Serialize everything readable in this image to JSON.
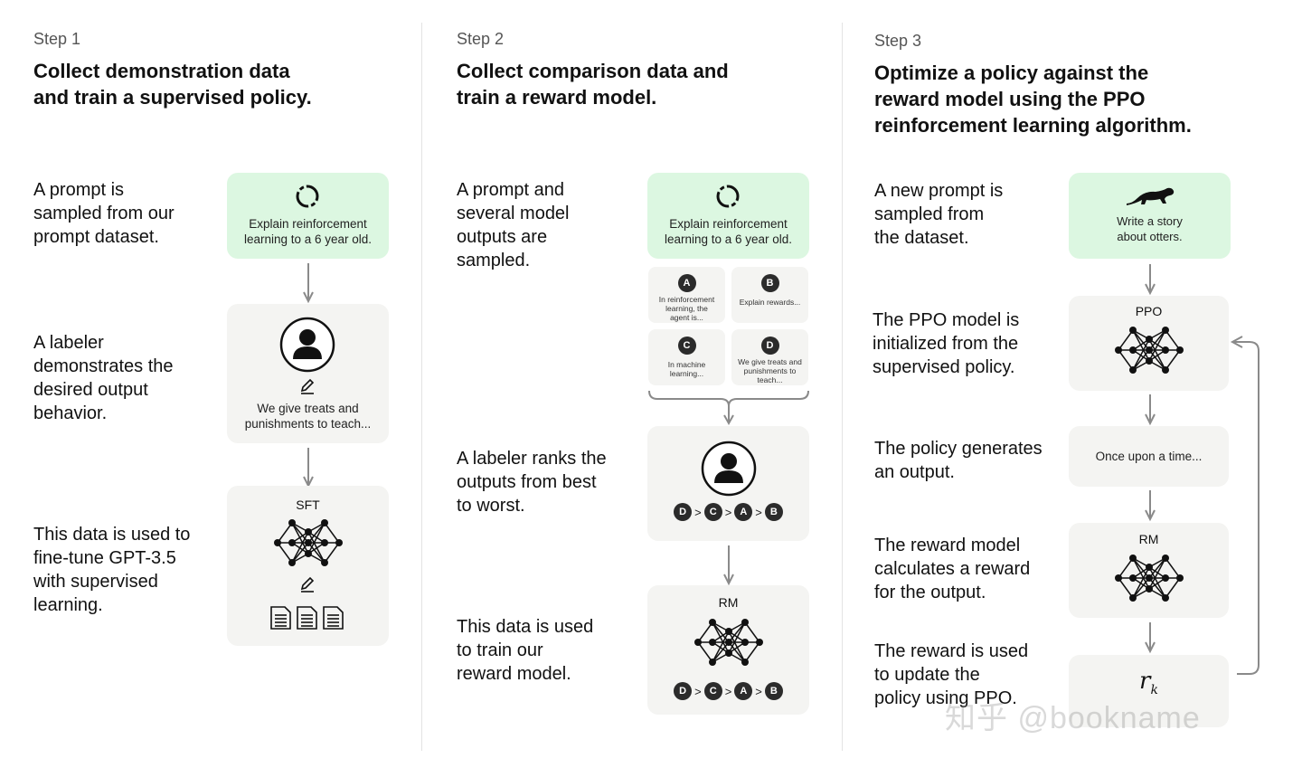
{
  "step1": {
    "label": "Step 1",
    "title_line1": "Collect demonstration data",
    "title_line2": "and train a supervised policy.",
    "desc1": [
      "A prompt is",
      "sampled from our",
      "prompt dataset."
    ],
    "desc2": [
      "A labeler",
      "demonstrates the",
      "desired output",
      "behavior."
    ],
    "desc3": [
      "This data is used to",
      "fine-tune GPT-3.5",
      "with supervised",
      "learning."
    ],
    "prompt_card": [
      "Explain reinforcement",
      "learning to a 6 year old."
    ],
    "labeler_card": [
      "We give treats and",
      "punishments to teach..."
    ],
    "model_card_title": "SFT"
  },
  "step2": {
    "label": "Step 2",
    "title_line1": "Collect comparison data and",
    "title_line2": "train a reward model.",
    "desc1": [
      "A prompt and",
      "several model",
      "outputs are",
      "sampled."
    ],
    "desc2": [
      "A labeler ranks the",
      "outputs from best",
      "to worst."
    ],
    "desc3": [
      "This data is used",
      "to train our",
      "reward model."
    ],
    "prompt_card": [
      "Explain reinforcement",
      "learning to a 6 year old."
    ],
    "outputs": [
      {
        "badge": "A",
        "text": [
          "In reinforcement",
          "learning, the",
          "agent is..."
        ]
      },
      {
        "badge": "B",
        "text": [
          "Explain rewards..."
        ]
      },
      {
        "badge": "C",
        "text": [
          "In machine",
          "learning..."
        ]
      },
      {
        "badge": "D",
        "text": [
          "We give treats and",
          "punishments to",
          "teach..."
        ]
      }
    ],
    "ranking": [
      "D",
      "C",
      "A",
      "B"
    ],
    "rank_sep": ">",
    "model_card_title": "RM"
  },
  "step3": {
    "label": "Step 3",
    "title_line1": "Optimize a policy against the",
    "title_line2": "reward model using the PPO",
    "title_line3": "reinforcement learning algorithm.",
    "desc1": [
      "A new prompt is",
      "sampled from",
      "the dataset."
    ],
    "desc2": [
      "The PPO model is",
      "initialized from the",
      "supervised policy."
    ],
    "desc3": [
      "The policy generates",
      "an output."
    ],
    "desc4": [
      "The reward model",
      "calculates a reward",
      "for the output."
    ],
    "desc5": [
      "The reward is used",
      "to update the",
      "policy using PPO."
    ],
    "prompt_card": [
      "Write a story",
      "about otters."
    ],
    "ppo_title": "PPO",
    "output_card": "Once upon a time...",
    "rm_title": "RM",
    "reward_symbol": "r",
    "reward_subscript": "k"
  },
  "watermark": "知乎 @bookname",
  "colors": {
    "prompt_card_bg": "#dcf7e1",
    "card_bg": "#f4f4f2",
    "badge_bg": "#2b2b2b",
    "arrow": "#8a8a8a"
  }
}
